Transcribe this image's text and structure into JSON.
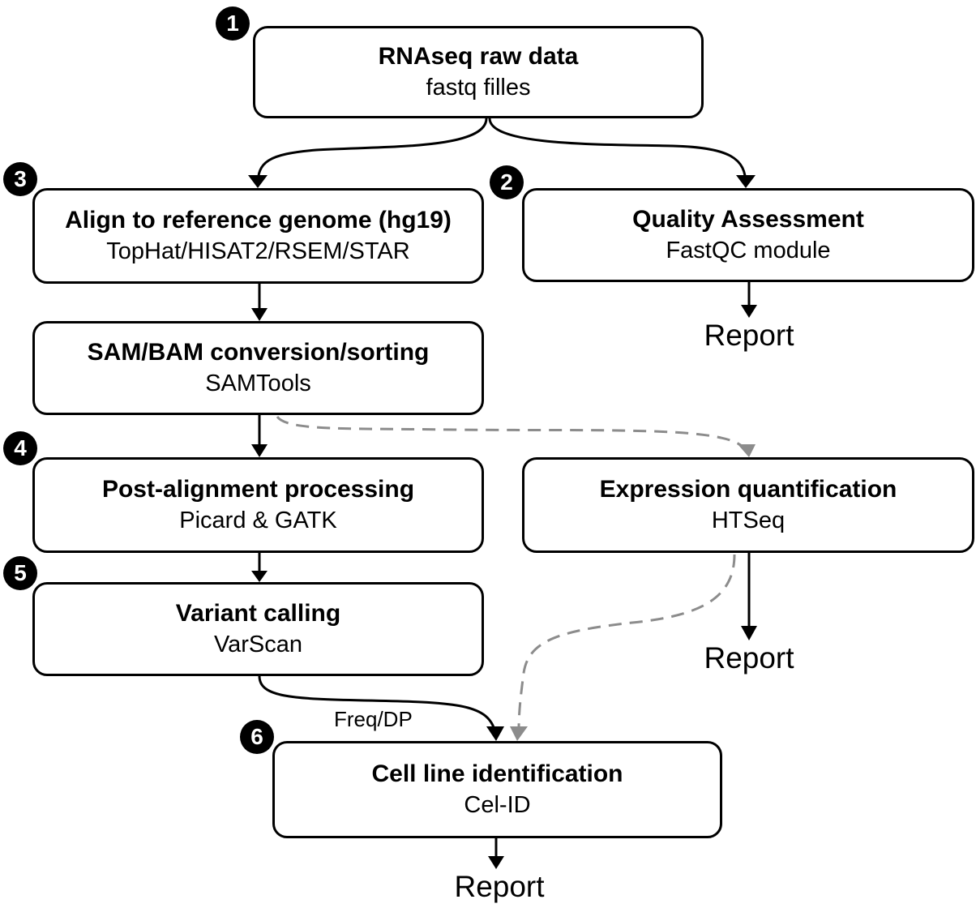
{
  "colors": {
    "line": "#000000",
    "dashed": "#8c8c8c",
    "badge": "#000000"
  },
  "nodes": {
    "raw": {
      "badge": "1",
      "title": "RNAseq raw data",
      "subtitle": "fastq filles"
    },
    "qa": {
      "badge": "2",
      "title": "Quality Assessment",
      "subtitle": "FastQC module"
    },
    "align": {
      "badge": "3",
      "title": "Align to reference genome (hg19)",
      "subtitle": "TopHat/HISAT2/RSEM/STAR"
    },
    "sam": {
      "title": "SAM/BAM conversion/sorting",
      "subtitle": "SAMTools"
    },
    "post": {
      "badge": "4",
      "title": "Post-alignment processing",
      "subtitle": "Picard & GATK"
    },
    "expr": {
      "title": "Expression quantification",
      "subtitle": "HTSeq"
    },
    "variant": {
      "badge": "5",
      "title": "Variant calling",
      "subtitle": "VarScan"
    },
    "cell": {
      "badge": "6",
      "title": "Cell line identification",
      "subtitle": "Cel-ID"
    }
  },
  "reports": {
    "qa": "Report",
    "expr": "Report",
    "cell": "Report"
  },
  "edge_labels": {
    "variant_to_cell": "Freq/DP"
  }
}
